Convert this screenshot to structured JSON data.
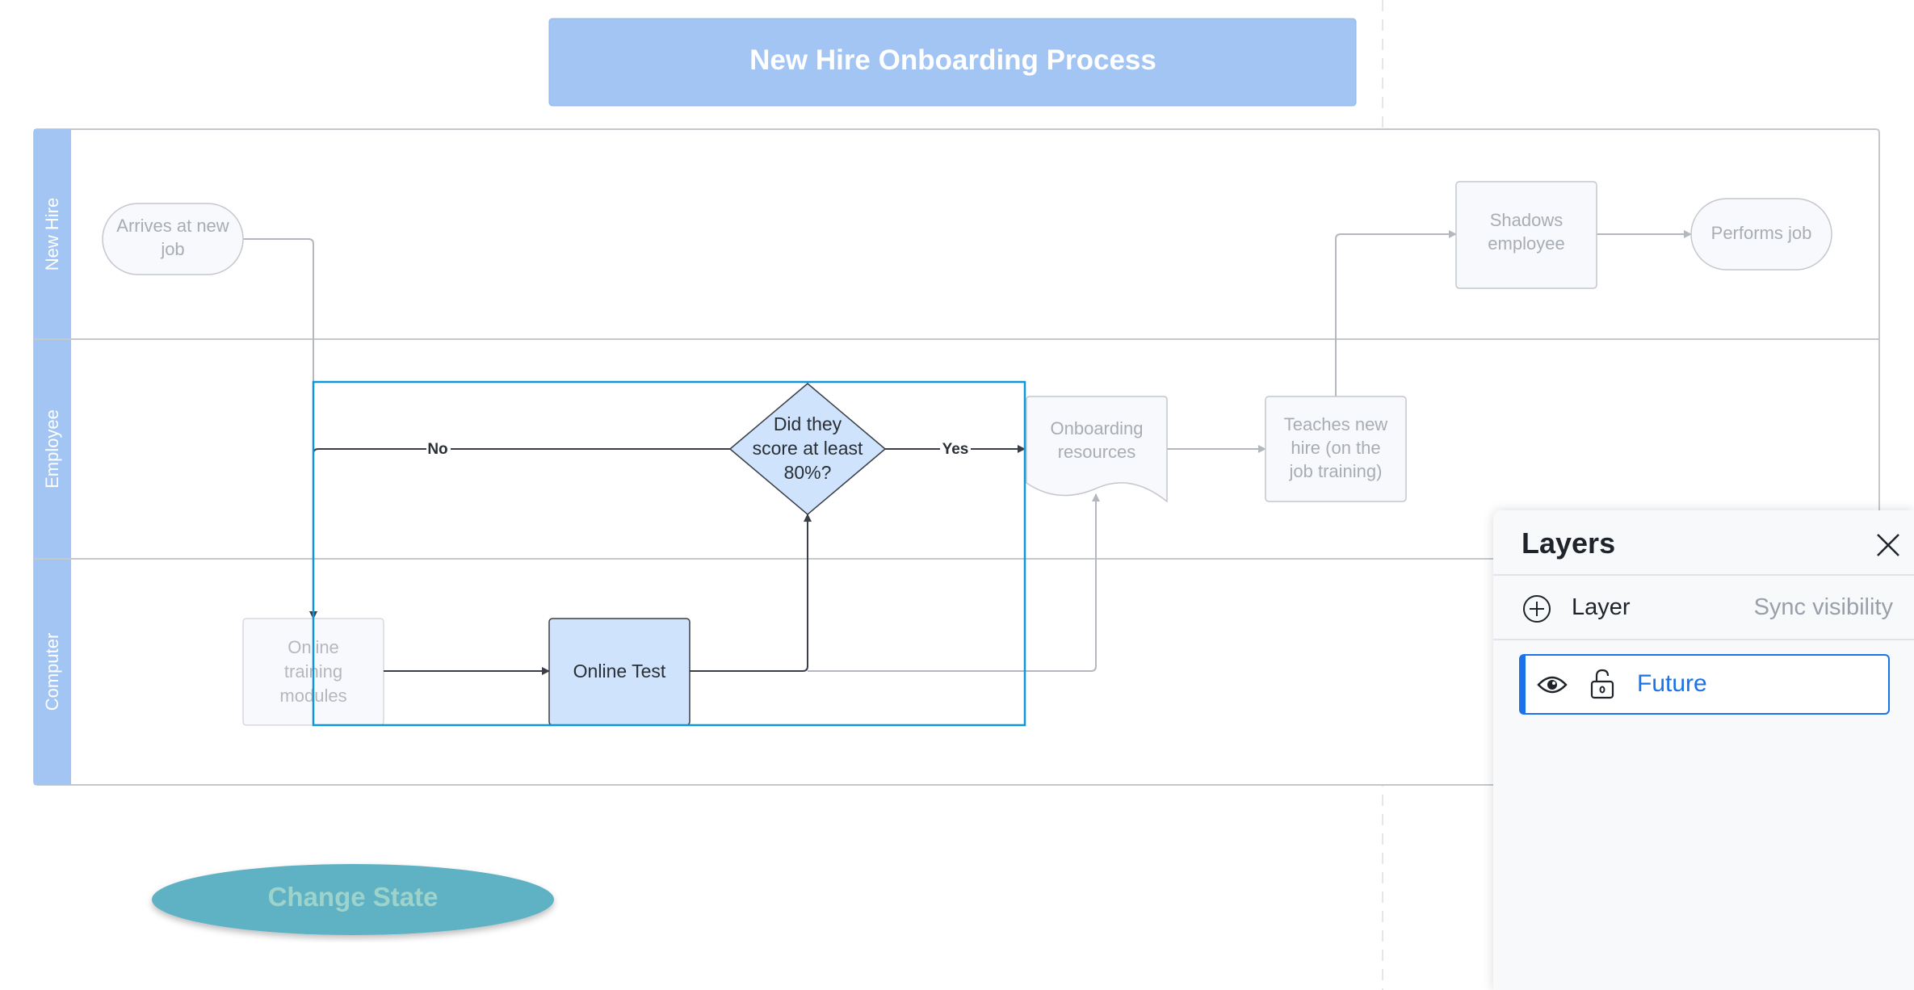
{
  "diagram": {
    "title": "New Hire Onboarding Process",
    "lanes": [
      "New Hire",
      "Employee",
      "Computer"
    ],
    "shapes": {
      "arrives": [
        "Arrives at new",
        "job"
      ],
      "shadows": [
        "Shadows",
        "employee"
      ],
      "performs": [
        "Performs job"
      ],
      "decision": [
        "Did they",
        "score at least",
        "80%?"
      ],
      "onboarding": [
        "Onboarding",
        "resources"
      ],
      "teaches": [
        "Teaches new",
        "hire (on the",
        "job training)"
      ],
      "training": [
        "Online",
        "training",
        "modules"
      ],
      "test": [
        "Online Test"
      ]
    },
    "edge_labels": {
      "no": "No",
      "yes": "Yes"
    },
    "change_state": "Change State",
    "colors": {
      "lane_header": "#a3c5f4",
      "highlight": "#cfe4fc",
      "selection": "#0c97db",
      "button": "#5fb1c4"
    }
  },
  "layers_panel": {
    "title": "Layers",
    "add_label": "Layer",
    "sync_label": "Sync visibility",
    "layers": [
      {
        "name": "Future",
        "visible": true,
        "locked": false
      }
    ]
  }
}
